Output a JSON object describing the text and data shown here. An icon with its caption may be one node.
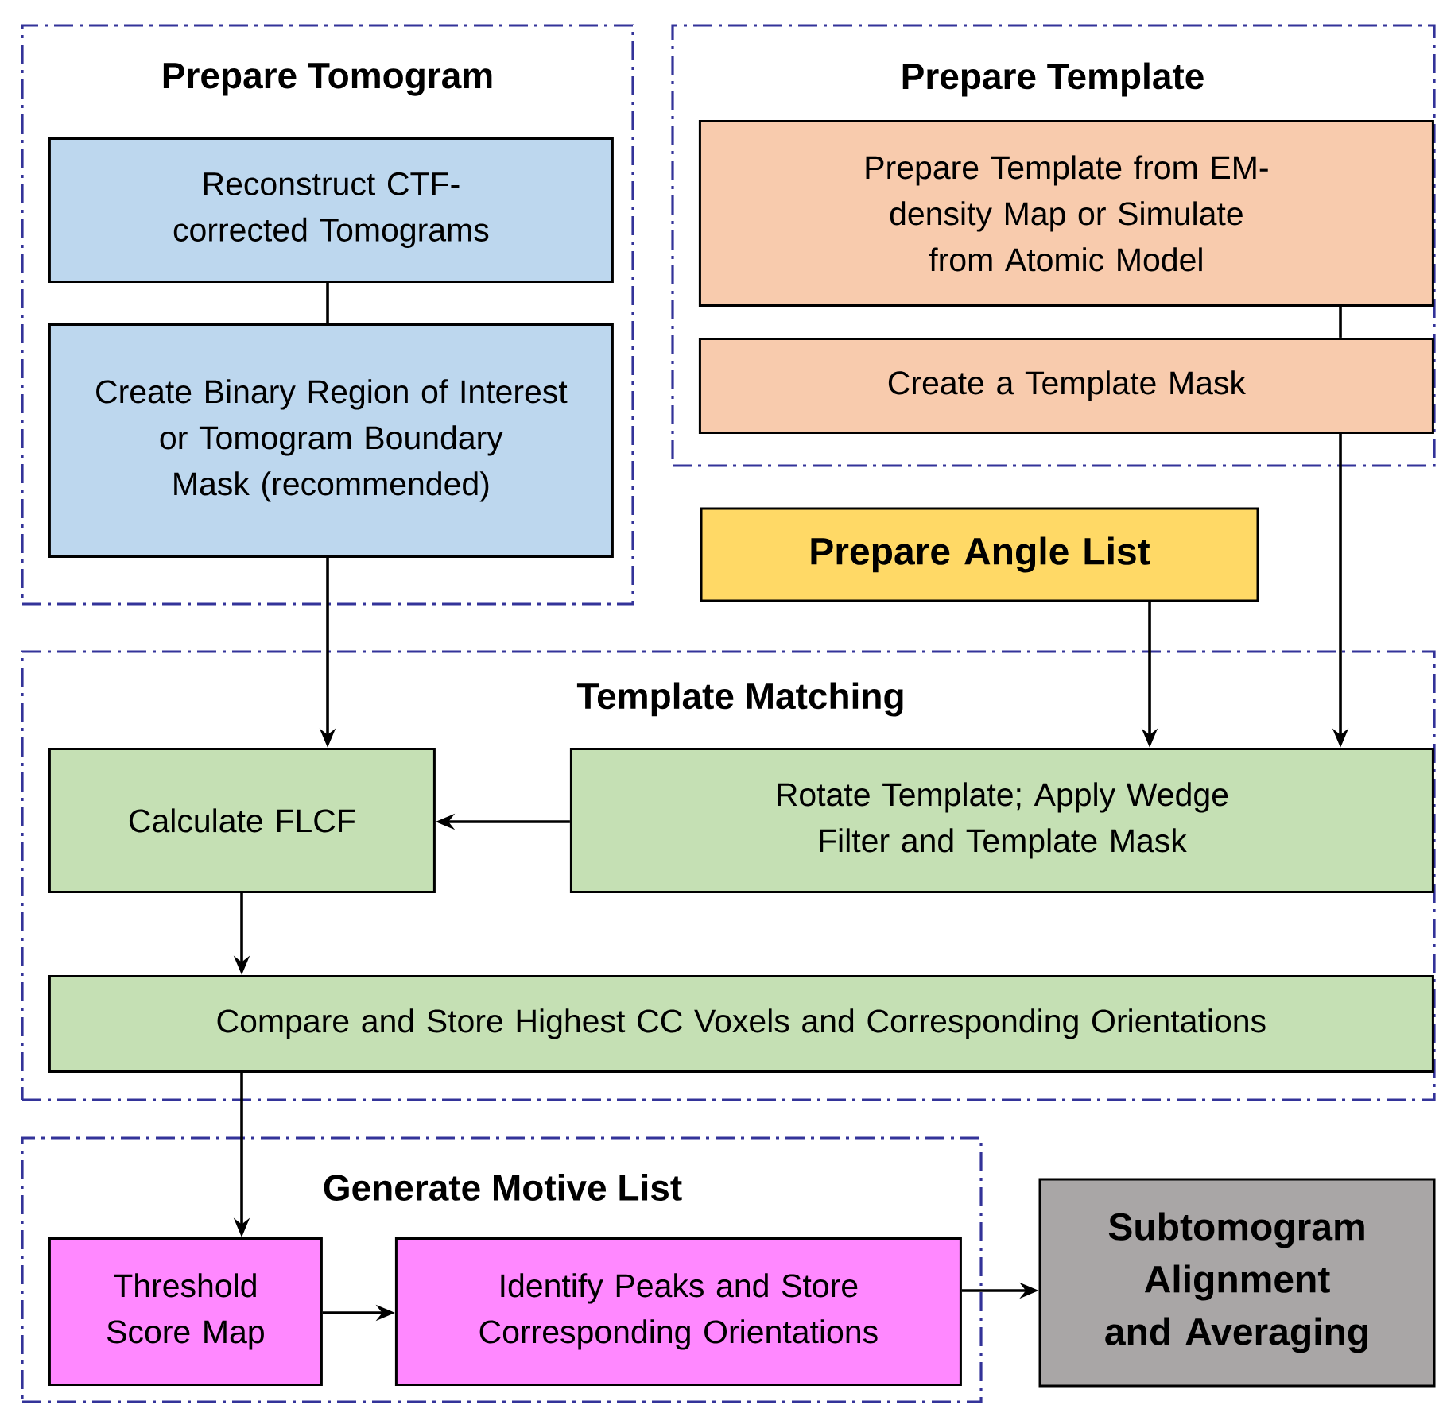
{
  "diagram": {
    "nodes": [
      {
        "text": [
          "Prepare Tomogram"
        ]
      },
      {
        "text": [
          "Reconstruct CTF-corrected Tomograms"
        ],
        "in": 0
      },
      {
        "text": [
          "Create Binary Region of Interest or Tomogram Boundary Mask (recommended)"
        ],
        "in": 0
      },
      {
        "text": [
          "Prepare Template"
        ]
      },
      {
        "text": [
          "Prepare Template from EM-density Map or Simulate from Atomic Model"
        ],
        "in": 3
      },
      {
        "text": [
          "Create a Template Mask"
        ],
        "in": 3
      },
      {
        "text": [
          "Prepare Angle List"
        ]
      },
      {
        "text": [
          "Template Matching"
        ]
      },
      {
        "text": [
          "Calculate FLCF"
        ],
        "in": 7
      },
      {
        "text": [
          "Rotate Template; Apply Wedge Filter and Template Mask"
        ],
        "in": 7
      },
      {
        "text": [
          "Compare and Store Highest CC Voxels and Corresponding Orientations"
        ],
        "in": 7
      },
      {
        "text": [
          "Generate Motive List"
        ]
      },
      {
        "text": [
          "Threshold Score Map"
        ],
        "in": 11
      },
      {
        "text": [
          "Identify Peaks and Store Corresponding Orientations"
        ],
        "in": 11
      },
      {
        "text": [
          "Subtomogram Alignment and Averaging"
        ]
      }
    ],
    "edges": [
      {
        "from": 1,
        "to": 2,
        "arrow": "none"
      },
      {
        "from": 2,
        "to": 8,
        "arrow": "to"
      },
      {
        "from": 4,
        "to": 5,
        "arrow": "none"
      },
      {
        "from": 5,
        "to": 9,
        "arrow": "to"
      },
      {
        "from": 6,
        "to": 9,
        "arrow": "to"
      },
      {
        "from": 9,
        "to": 8,
        "arrow": "to"
      },
      {
        "from": 8,
        "to": 10,
        "arrow": "to"
      },
      {
        "from": 10,
        "to": 12,
        "arrow": "to"
      },
      {
        "from": 12,
        "to": 13,
        "arrow": "to"
      },
      {
        "from": 13,
        "to": 14,
        "arrow": "to"
      }
    ]
  }
}
